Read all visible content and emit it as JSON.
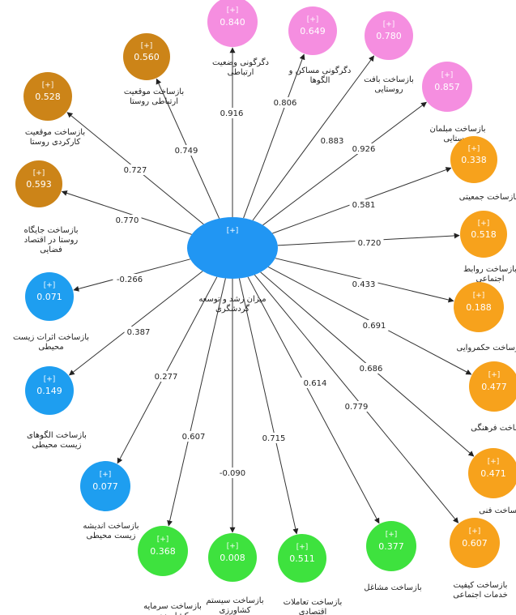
{
  "colors": {
    "center": "#2196f3",
    "brown": "#cc8418",
    "pink": "#f58ee0",
    "orange": "#f7a21c",
    "blue": "#1e9ef0",
    "green": "#3ee23e",
    "edge": "#333333",
    "text": "#222222"
  },
  "center": {
    "marker": "[+]",
    "label": [
      "میزان رشد و توسعه",
      "گردشگری"
    ]
  },
  "nodes": [
    {
      "id": "n1",
      "group": "brown",
      "marker": "[+]",
      "value": "0.560",
      "label": [
        "بازساخت موقعیت",
        "ارتباطی روستا"
      ],
      "coef": "0.749"
    },
    {
      "id": "n2",
      "group": "pink",
      "marker": "[+]",
      "value": "0.840",
      "label": [
        "دگرگونی وضعیت",
        "ارتباطی"
      ],
      "coef": "0.916"
    },
    {
      "id": "n3",
      "group": "pink",
      "marker": "[+]",
      "value": "0.649",
      "label": [
        "دگرگونی مساکن و",
        "الگوها"
      ],
      "coef": "0.806"
    },
    {
      "id": "n4",
      "group": "pink",
      "marker": "[+]",
      "value": "0.780",
      "label": [
        "بازساخت بافت",
        "روستایی"
      ],
      "coef": "0.883"
    },
    {
      "id": "n5",
      "group": "pink",
      "marker": "[+]",
      "value": "0.857",
      "label": [
        "بازساخت مبلمان",
        "روستایی"
      ],
      "coef": "0.926"
    },
    {
      "id": "n6",
      "group": "brown",
      "marker": "[+]",
      "value": "0.528",
      "label": [
        "بازساخت موقعیت",
        "کارکردی روستا"
      ],
      "coef": "0.727"
    },
    {
      "id": "n7",
      "group": "brown",
      "marker": "[+]",
      "value": "0.593",
      "label": [
        "بازساخت جایگاه",
        "روستا در اقتصاد",
        "فضایی"
      ],
      "coef": "0.770"
    },
    {
      "id": "n8",
      "group": "orange",
      "marker": "[+]",
      "value": "0.338",
      "label": [
        "بازساخت جمعیتی"
      ],
      "coef": "0.581"
    },
    {
      "id": "n9",
      "group": "orange",
      "marker": "[+]",
      "value": "0.518",
      "label": [
        "بازساخت روابط",
        "اجتماعی"
      ],
      "coef": "0.720"
    },
    {
      "id": "n10",
      "group": "orange",
      "marker": "[+]",
      "value": "0.188",
      "label": [
        "بازساخت حکمروایی"
      ],
      "coef": "0.433"
    },
    {
      "id": "n11",
      "group": "orange",
      "marker": "[+]",
      "value": "0.477",
      "label": [
        "بازساخت فرهنگی"
      ],
      "coef": "0.691"
    },
    {
      "id": "n12",
      "group": "orange",
      "marker": "[+]",
      "value": "0.471",
      "label": [
        "بازساخت فنی"
      ],
      "coef": "0.686"
    },
    {
      "id": "n13",
      "group": "orange",
      "marker": "[+]",
      "value": "0.607",
      "label": [
        "بازساخت کیفیت",
        "خدمات اجتماعی"
      ],
      "coef": "0.779"
    },
    {
      "id": "n14",
      "group": "blue",
      "marker": "[+]",
      "value": "0.071",
      "label": [
        "بازساخت اثرات زیست",
        "محیطی"
      ],
      "coef": "-0.266"
    },
    {
      "id": "n15",
      "group": "blue",
      "marker": "[+]",
      "value": "0.149",
      "label": [
        "بازساخت الگوهای",
        "زیست محیطی"
      ],
      "coef": "0.387"
    },
    {
      "id": "n16",
      "group": "blue",
      "marker": "[+]",
      "value": "0.077",
      "label": [
        "بازساخت اندیشه",
        "زیست محیطی"
      ],
      "coef": "0.277"
    },
    {
      "id": "n17",
      "group": "green",
      "marker": "[+]",
      "value": "0.368",
      "label": [
        "بازساخت سرمایه",
        "کشاورزی"
      ],
      "coef": "0.607"
    },
    {
      "id": "n18",
      "group": "green",
      "marker": "[+]",
      "value": "0.008",
      "label": [
        "بازساخت سیستم",
        "کشاورزی"
      ],
      "coef": "-0.090"
    },
    {
      "id": "n19",
      "group": "green",
      "marker": "[+]",
      "value": "0.511",
      "label": [
        "بازساخت تعاملات",
        "اقتصادی"
      ],
      "coef": "0.715"
    },
    {
      "id": "n20",
      "group": "green",
      "marker": "[+]",
      "value": "0.377",
      "label": [
        "بازساخت مشاغل"
      ],
      "coef": "0.614"
    }
  ]
}
